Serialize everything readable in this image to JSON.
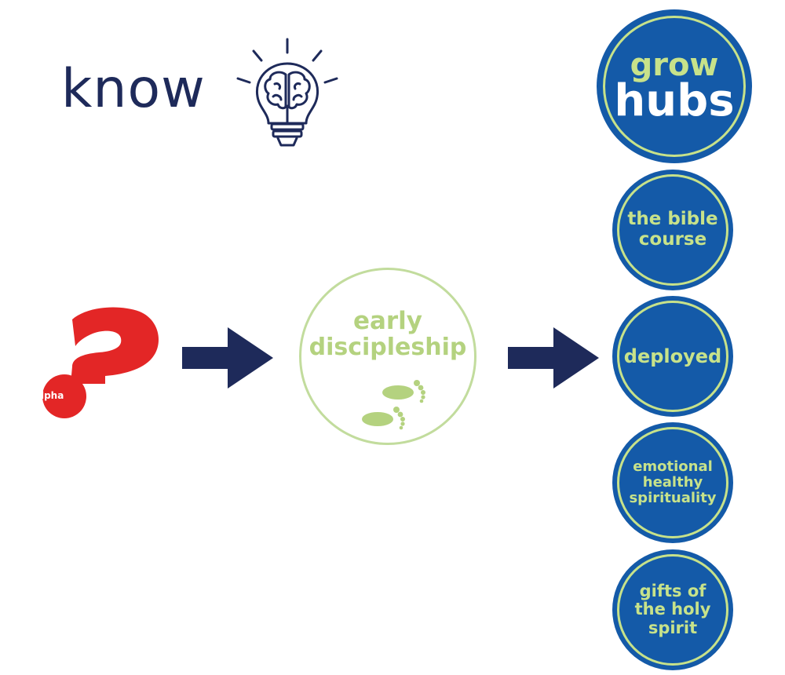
{
  "know": {
    "title": "know"
  },
  "alpha": {
    "label": "Alpha"
  },
  "early": {
    "line1": "early",
    "line2": "discipleship"
  },
  "grow_hubs": {
    "line1": "grow",
    "line2": "hubs"
  },
  "hubs": [
    {
      "label": "the bible course"
    },
    {
      "label": "deployed"
    },
    {
      "label": "emotional healthy spirituality"
    },
    {
      "label": "gifts of the holy spirit"
    }
  ],
  "colors": {
    "navy": "#1e2a5a",
    "alpha_red": "#e32626",
    "green": "#c7e28a",
    "early_green": "#b4d27f",
    "hub_blue": "#145aa8"
  },
  "icons": [
    "lightbulb-brain-icon",
    "alpha-question-mark-logo",
    "right-arrow-icon",
    "footprints-icon"
  ]
}
